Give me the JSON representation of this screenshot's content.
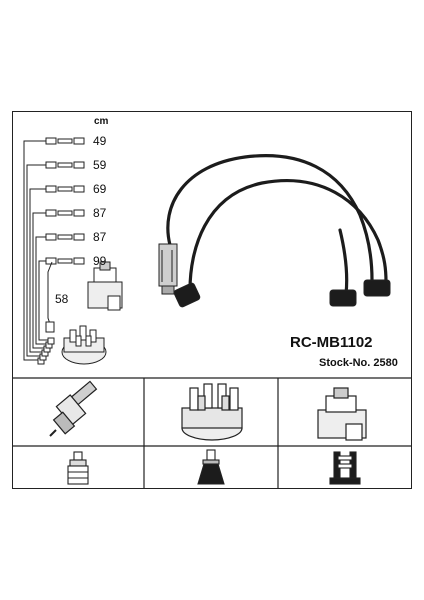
{
  "lengths": {
    "unit": "cm",
    "wires": [
      "49",
      "59",
      "69",
      "87",
      "87",
      "99"
    ],
    "coil_wire": "58"
  },
  "product": {
    "code": "RC-MB1102",
    "stock": "Stock-No. 2580"
  },
  "colors": {
    "line": "#222222",
    "metal": "#bdbdbd",
    "boot": "#1c1c1c"
  },
  "icons": {
    "parts": [
      "spark-plug-icon",
      "distributor-cap-icon",
      "ignition-coil-icon"
    ],
    "terminals": [
      "spark-plug-terminal-icon",
      "distributor-terminal-icon",
      "coil-terminal-icon"
    ]
  }
}
